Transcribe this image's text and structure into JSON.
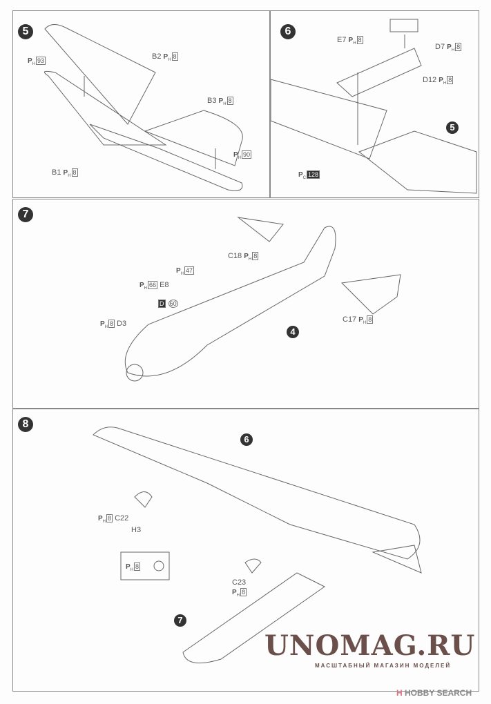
{
  "steps": [
    {
      "number": "5",
      "labels": {
        "b2": "B2",
        "b3": "B3",
        "b1": "B1",
        "ref93": "93",
        "ref90": "90",
        "pg": "8"
      }
    },
    {
      "number": "6",
      "labels": {
        "e7": "E7",
        "d7": "D7",
        "d12": "D12",
        "pg": "8",
        "ref128": "128",
        "sub5": "5"
      }
    },
    {
      "number": "7",
      "labels": {
        "c18": "C18",
        "c17": "C17",
        "e8": "E8",
        "d3": "D3",
        "ref47": "47",
        "ref66": "66",
        "box_d": "D",
        "circle60": "60",
        "pg": "8",
        "sub4": "4"
      }
    },
    {
      "number": "8",
      "labels": {
        "c22": "C22",
        "h3": "H3",
        "c23": "C23",
        "pg": "8",
        "sub6": "6",
        "sub7": "7"
      }
    }
  ],
  "ref": {
    "p": "P",
    "sub_h": "H",
    "sub_c": "C"
  },
  "watermark": {
    "brand": "UNOMAG.RU",
    "tagline": "МАСШТАБНЫЙ МАГАЗИН МОДЕЛЕЙ",
    "hobby_logo": "H",
    "hobby_search": "HOBBY SEARCH"
  }
}
